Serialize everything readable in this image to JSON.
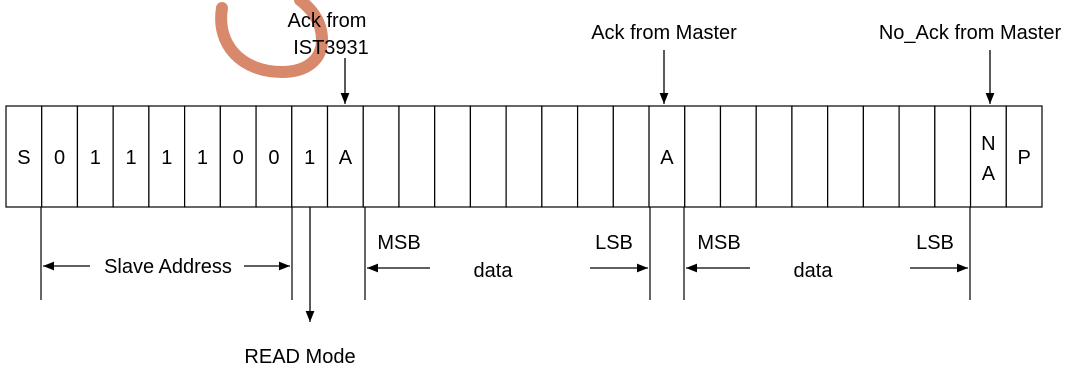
{
  "frame": {
    "cells": [
      "S",
      "0",
      "1",
      "1",
      "1",
      "1",
      "0",
      "0",
      "1",
      "A",
      "",
      "",
      "",
      "",
      "",
      "",
      "",
      "",
      "A",
      "",
      "",
      "",
      "",
      "",
      "",
      "",
      "",
      "NA",
      "P"
    ]
  },
  "annotations": {
    "ack_slave_line1": "Ack from",
    "ack_slave_line2": "IST3931",
    "ack_master": "Ack from Master",
    "no_ack_master": "No_Ack from Master",
    "slave_address": "Slave Address",
    "read_mode": "READ Mode",
    "msb_1": "MSB",
    "lsb_1": "LSB",
    "data_1": "data",
    "msb_2": "MSB",
    "lsb_2": "LSB",
    "data_2": "data"
  },
  "colors": {
    "stroke": "#000000",
    "watermark_ring": "#d9896b"
  }
}
